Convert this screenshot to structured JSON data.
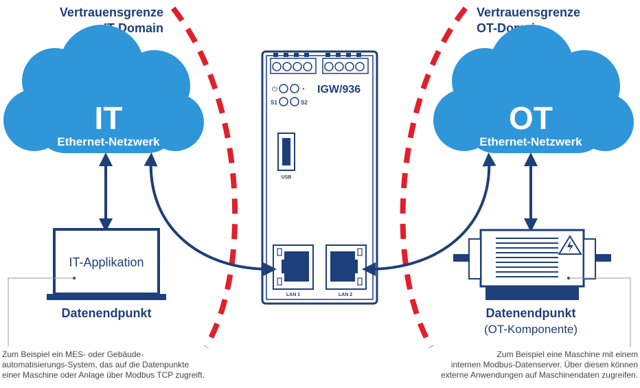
{
  "it_boundary": {
    "line1": "Vertrauensgrenze",
    "line2": "IT-Domain"
  },
  "ot_boundary": {
    "line1": "Vertrauensgrenze",
    "line2": "OT-Domain"
  },
  "it_cloud": {
    "title": "IT",
    "subtitle": "Ethernet-Netzwerk"
  },
  "ot_cloud": {
    "title": "OT",
    "subtitle": "Ethernet-Netzwerk"
  },
  "gateway": {
    "model": "IGW/936",
    "led_s1": "S1",
    "led_s2": "S2",
    "usb_label": "USB",
    "lan1_label": "LAN 1",
    "lan2_label": "LAN 2"
  },
  "laptop": {
    "screen_text": "IT-Applikation"
  },
  "it_endpoint": {
    "label": "Datenendpunkt"
  },
  "ot_endpoint": {
    "label": "Datenendpunkt",
    "sublabel": "(OT-Komponente)"
  },
  "it_note": {
    "lines": [
      "Zum Beispiel ein MES- oder Gebäude-",
      "automatisierungs-System, das auf die Datenpunkte",
      "einer Maschine oder Anlage über Modbus TCP zugreift."
    ]
  },
  "ot_note": {
    "lines": [
      "Zum Beispiel eine Maschine mit einem",
      "internen Modbus-Datenserver. Über diesen können",
      "externe Anwendungen auf Maschinendaten zugreifen."
    ]
  },
  "colors": {
    "navy": "#1d3f7a",
    "cloud": "#2f96d9",
    "boundary_red": "#e0202b",
    "gray_text": "#444444",
    "light_gray": "#9a9a9a"
  }
}
